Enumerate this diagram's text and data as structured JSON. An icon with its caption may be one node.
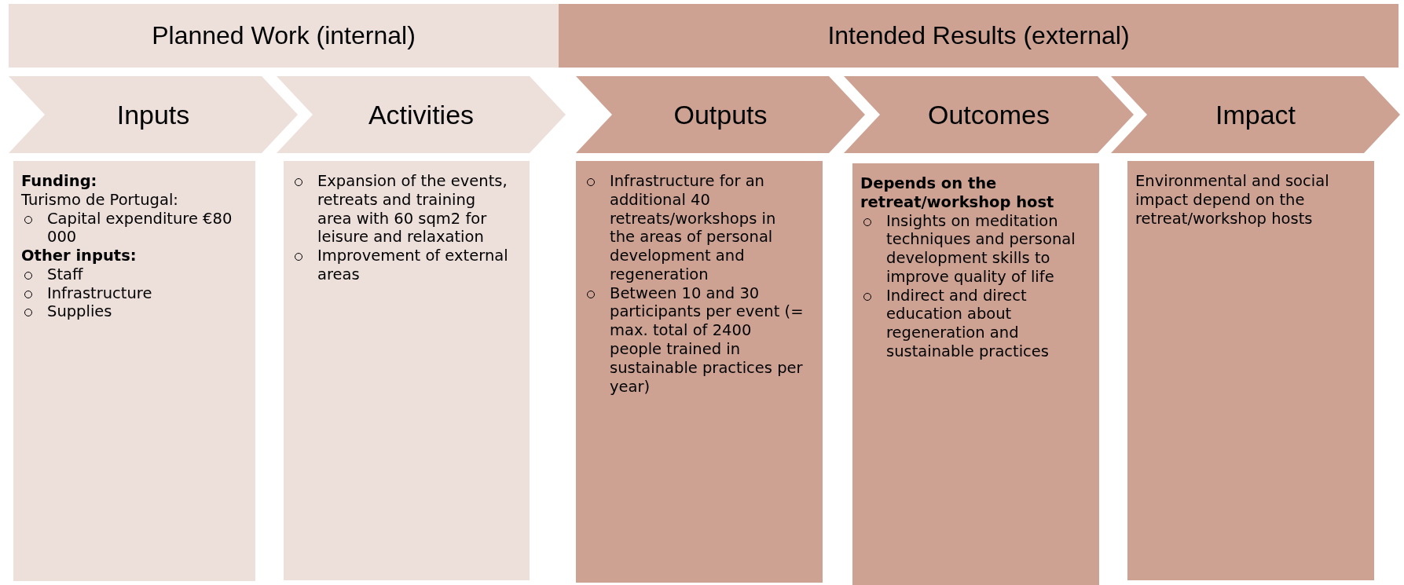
{
  "diagram": {
    "nodes": [
      {
        "text": [
          "Planned Work (internal)"
        ]
      },
      {
        "text": [
          "Intended Results (external)"
        ]
      },
      {
        "text": [
          "Inputs"
        ]
      },
      {
        "text": [
          "Activities"
        ]
      },
      {
        "text": [
          "Outputs"
        ]
      },
      {
        "text": [
          "Outcomes"
        ]
      },
      {
        "text": [
          "Impact"
        ]
      },
      {
        "text": [
          "Funding:",
          "Turismo de Portugal:",
          "Capital expenditure €80 000",
          "Other inputs:",
          "Staff",
          "Infrastructure",
          "Supplies"
        ]
      },
      {
        "text": [
          "Expansion of the events, retreats and training area with 60 sqm2 for leisure and relaxation",
          "Improvement of external areas"
        ]
      },
      {
        "text": [
          "Infrastructure for an additional 40 retreats/workshops in the areas of personal development and regeneration",
          "Between 10 and 30 participants per event (= max. total of 2400 people trained in sustainable practices per year)"
        ]
      },
      {
        "text": [
          "Depends on the retreat/workshop host",
          "Insights on meditation techniques and personal development skills to improve quality of life",
          "Indirect and direct education about regeneration and sustainable practices"
        ]
      },
      {
        "text": [
          "Environmental and social impact depend on the retreat/workshop hosts"
        ]
      }
    ]
  }
}
